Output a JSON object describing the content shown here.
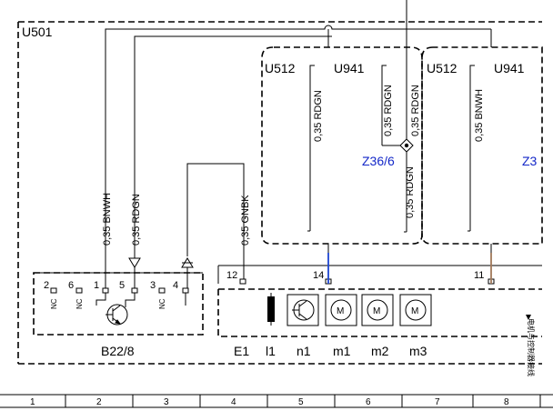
{
  "module_main": "U501",
  "sub_modules": [
    "U512",
    "U941",
    "U512",
    "U941"
  ],
  "wires": {
    "bnwh_left": "0,35 BNWH",
    "rdgn_left": "0,35 RDGN",
    "gnbk": "0,35 GNBK",
    "rdgn_u512_a": "0,35 RDGN",
    "rdgn_u941_a1": "0,35 RDGN",
    "rdgn_u941_a2": "0,35 RDGN",
    "rdgn_lower": "0,35 RDGN",
    "bnwh_right": "0,35 BNWH"
  },
  "splices": {
    "z36_6": "Z36/6",
    "z3_partial": "Z3"
  },
  "b22": {
    "name": "B22/8",
    "pins": [
      "2",
      "6",
      "1",
      "5",
      "3",
      "4"
    ],
    "nc_label": "NC"
  },
  "e1": {
    "name": "E1",
    "pins": [
      "12",
      "14",
      "11"
    ],
    "components": [
      "l1",
      "n1",
      "m1",
      "m2",
      "m3"
    ],
    "motor_label": "M"
  },
  "grid": [
    "1",
    "2",
    "3",
    "4",
    "5",
    "6",
    "7",
    "8"
  ],
  "side_note": "电机与控制器接线",
  "colors": {
    "line": "#000000",
    "splice_text": "#1428c8",
    "blue_wire": "#1e46d2",
    "tan_wire": "#a0785a"
  }
}
